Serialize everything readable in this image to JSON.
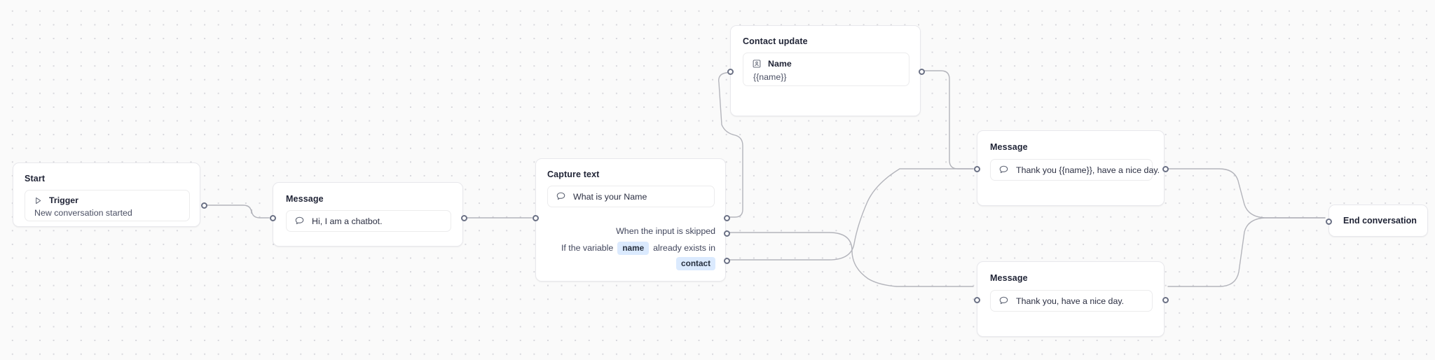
{
  "canvas": {
    "background_color": "#fafafa",
    "dot_color": "#d7d7dc",
    "edge_color": "#b3b4bb",
    "port_color": "#6b7185",
    "accent_pill_bg": "#dbeafe"
  },
  "nodes": {
    "start": {
      "title": "Start",
      "trigger_label": "Trigger",
      "trigger_subtitle": "New conversation started",
      "icon": "play-icon"
    },
    "message_1": {
      "title": "Message",
      "text": "Hi, I am a chatbot.",
      "icon": "chat-bubble-icon"
    },
    "capture_text": {
      "title": "Capture text",
      "prompt": "What is your Name",
      "icon": "chat-bubble-icon",
      "skip_label": "When the input is skipped",
      "condition_prefix": "If the variable",
      "condition_variable": "name",
      "condition_middle": "already exists in",
      "condition_target": "contact"
    },
    "contact_update": {
      "title": "Contact update",
      "field_label": "Name",
      "field_value": "{{name}}",
      "icon": "contact-card-icon"
    },
    "message_2": {
      "title": "Message",
      "text": "Thank you {{name}}, have a nice day.",
      "icon": "chat-bubble-icon"
    },
    "message_3": {
      "title": "Message",
      "text": "Thank you, have a nice day.",
      "icon": "chat-bubble-icon"
    },
    "end": {
      "title": "End conversation"
    }
  }
}
